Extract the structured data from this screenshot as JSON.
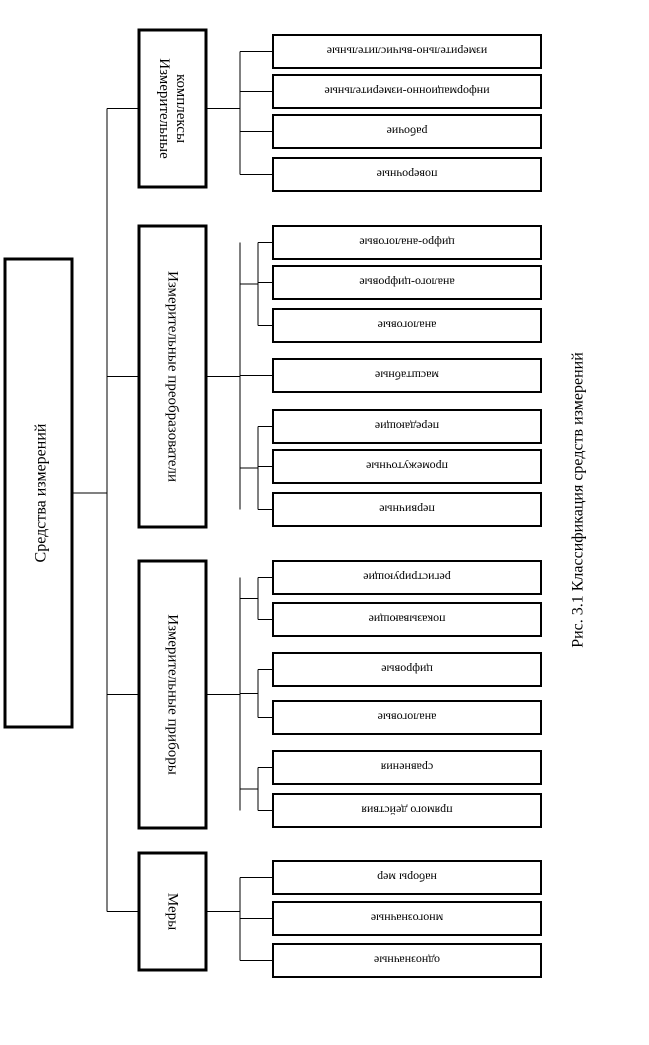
{
  "root": "Средства измерений",
  "groups": [
    {
      "label": [
        "Измерительные",
        "комплексы"
      ],
      "items": [
        "измерительно-вычислительные",
        "информационно-измерительные",
        "рабочие",
        "поверочные"
      ]
    },
    {
      "label": [
        "Измерительные преобразователи"
      ],
      "items": [
        "цифро-аналоговые",
        "аналого-цифровые",
        "аналоговые",
        "масштабные",
        "передающие",
        "промежуточные",
        "первичные"
      ]
    },
    {
      "label": [
        "Измерительные приборы"
      ],
      "items": [
        "регистрирующие",
        "показывающие",
        "цифровые",
        "аналоговые",
        "сравнения",
        "прямого действия"
      ]
    },
    {
      "label": [
        "Меры"
      ],
      "items": [
        "наборы мер",
        "многозначные",
        "однозначные"
      ]
    }
  ],
  "caption": "Рис. 3.1 Классификация средств измерений"
}
